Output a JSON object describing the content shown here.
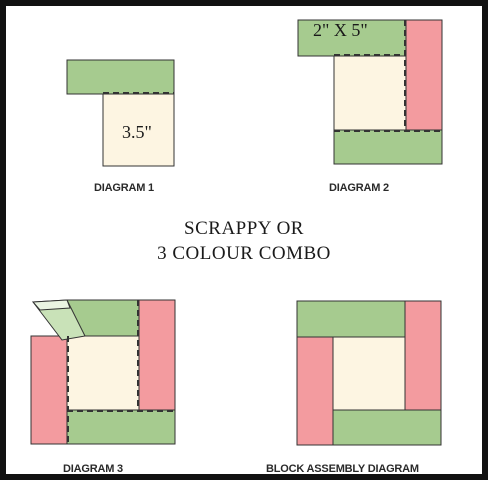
{
  "colors": {
    "green": "#a6cb8f",
    "pink": "#f39b9f",
    "cream": "#fdf5e2",
    "outline": "#333333",
    "frame": "#111111"
  },
  "diagram1": {
    "caption": "DIAGRAM 1",
    "measurement": "3.5\""
  },
  "diagram2": {
    "caption": "DIAGRAM 2",
    "measurement": "2\" X 5\""
  },
  "diagram3": {
    "caption": "DIAGRAM 3"
  },
  "diagram4": {
    "caption": "BLOCK ASSEMBLY DIAGRAM"
  },
  "center": {
    "line1": "SCRAPPY OR",
    "line2": "3 COLOUR COMBO"
  }
}
